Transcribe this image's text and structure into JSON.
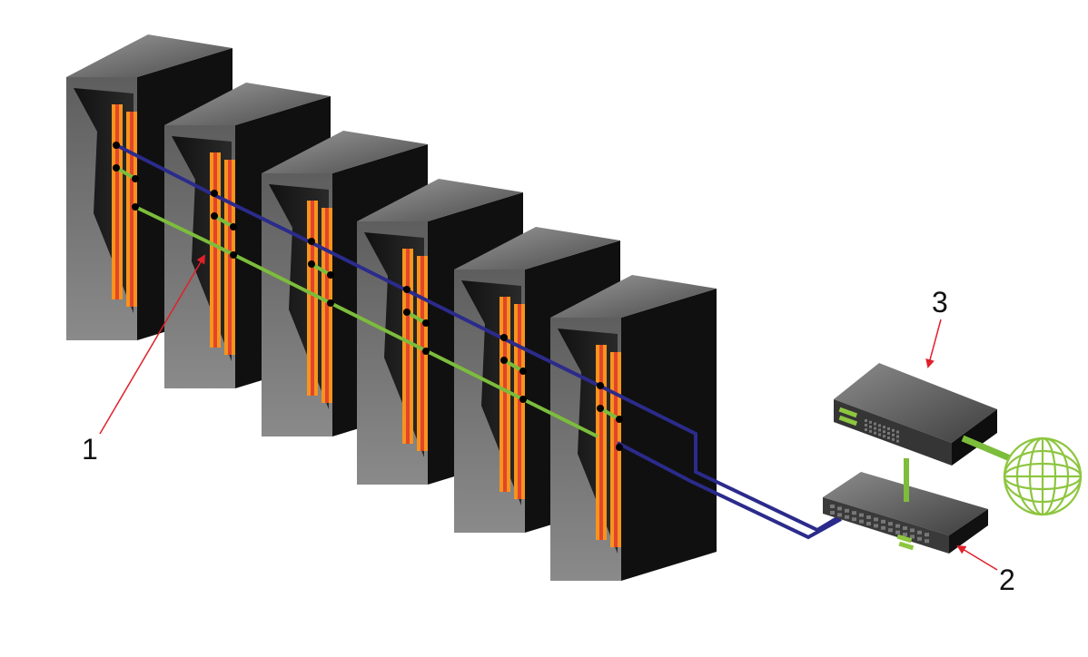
{
  "callouts": {
    "one": "1",
    "two": "2",
    "three": "3"
  },
  "colors": {
    "blue_cable": "#2b2b8c",
    "green_cable": "#7cbd3b",
    "callout_arrow": "#e0202a",
    "stripe_orange": "#f7941d",
    "stripe_red": "#e2452b",
    "globe": "#8dc63f"
  }
}
